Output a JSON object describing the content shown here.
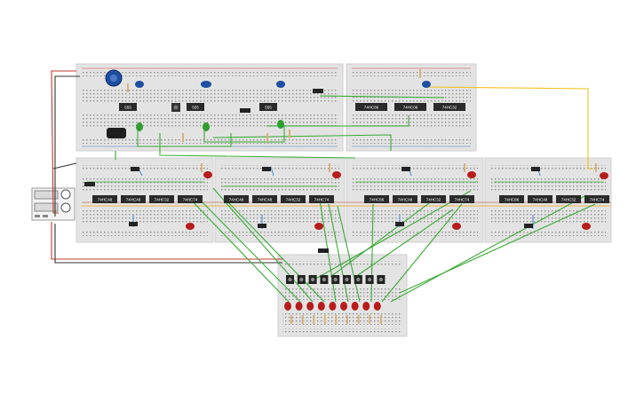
{
  "canvas": {
    "background": "#ffffff"
  },
  "colors": {
    "board": "#e3e3e3",
    "board_edge": "#cfcfcf",
    "hole": "#8d8d8d",
    "rail_red": "#d64545",
    "rail_blue": "#5577cc",
    "chip": "#2a2a2a",
    "chip_text": "#ffffff",
    "wire_red": "#c0392b",
    "wire_dark": "#333333",
    "wire_green": "#3aaa35",
    "wire_yellow": "#f2c21b",
    "wire_blue": "#4a90d9",
    "led_red": "#b71c1c",
    "led_green": "#2e9e2e",
    "button_blue": "#1f4fa0",
    "resistor": "#d9b27a",
    "switch_body": "#222222"
  },
  "power_supply": {
    "icon": "power-supply-icon",
    "label": ""
  },
  "clock_board": {
    "chips": [
      {
        "label": "555"
      },
      {
        "label": "555"
      },
      {
        "label": "555"
      }
    ],
    "potentiometer_icon": "potentiometer-icon",
    "capacitor_icon": "capacitor-icon",
    "pushbutton_icon": "pushbutton-icon"
  },
  "control_board": {
    "chips": [
      {
        "label": "74HC86"
      },
      {
        "label": "74HC08"
      },
      {
        "label": "74HC32"
      }
    ]
  },
  "logic_boards": [
    {
      "chips": [
        {
          "label": "74HC48"
        },
        {
          "label": "74HC48"
        },
        {
          "label": "74HC32"
        },
        {
          "label": "74HC74"
        }
      ]
    },
    {
      "chips": [
        {
          "label": "74HC48"
        },
        {
          "label": "74HC48"
        },
        {
          "label": "74HC32"
        },
        {
          "label": "74HC74"
        }
      ]
    },
    {
      "chips": [
        {
          "label": "74HC86"
        },
        {
          "label": "74HC48"
        },
        {
          "label": "74HC32"
        },
        {
          "label": "74HC74"
        }
      ]
    },
    {
      "chips": [
        {
          "label": "74HC86"
        },
        {
          "label": "74HC48"
        },
        {
          "label": "74HC32"
        },
        {
          "label": "74HC74"
        }
      ]
    }
  ],
  "output_board": {
    "buttons": [
      "",
      "",
      "",
      "",
      "",
      "",
      "",
      "",
      ""
    ],
    "leds": [
      "",
      "",
      "",
      "",
      "",
      "",
      "",
      "",
      ""
    ]
  }
}
